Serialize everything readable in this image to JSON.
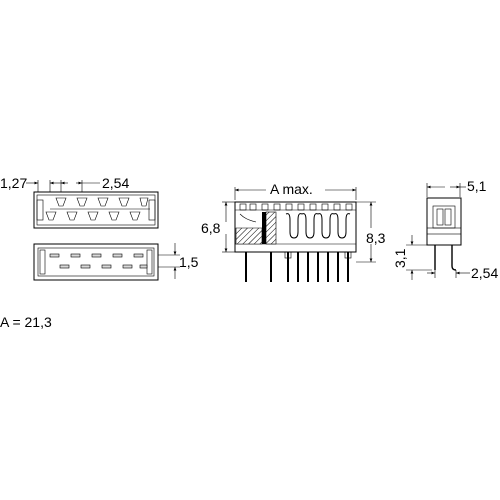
{
  "dimensions": {
    "pitch_offset": "1,27",
    "pitch": "2,54",
    "row_spacing": "1,5",
    "length_label": "A max.",
    "body_height": "6,8",
    "total_height": "8,3",
    "width": "5,1",
    "pin_length": "3,1",
    "pin_pitch_side": "2,54"
  },
  "note": "A = 21,3"
}
